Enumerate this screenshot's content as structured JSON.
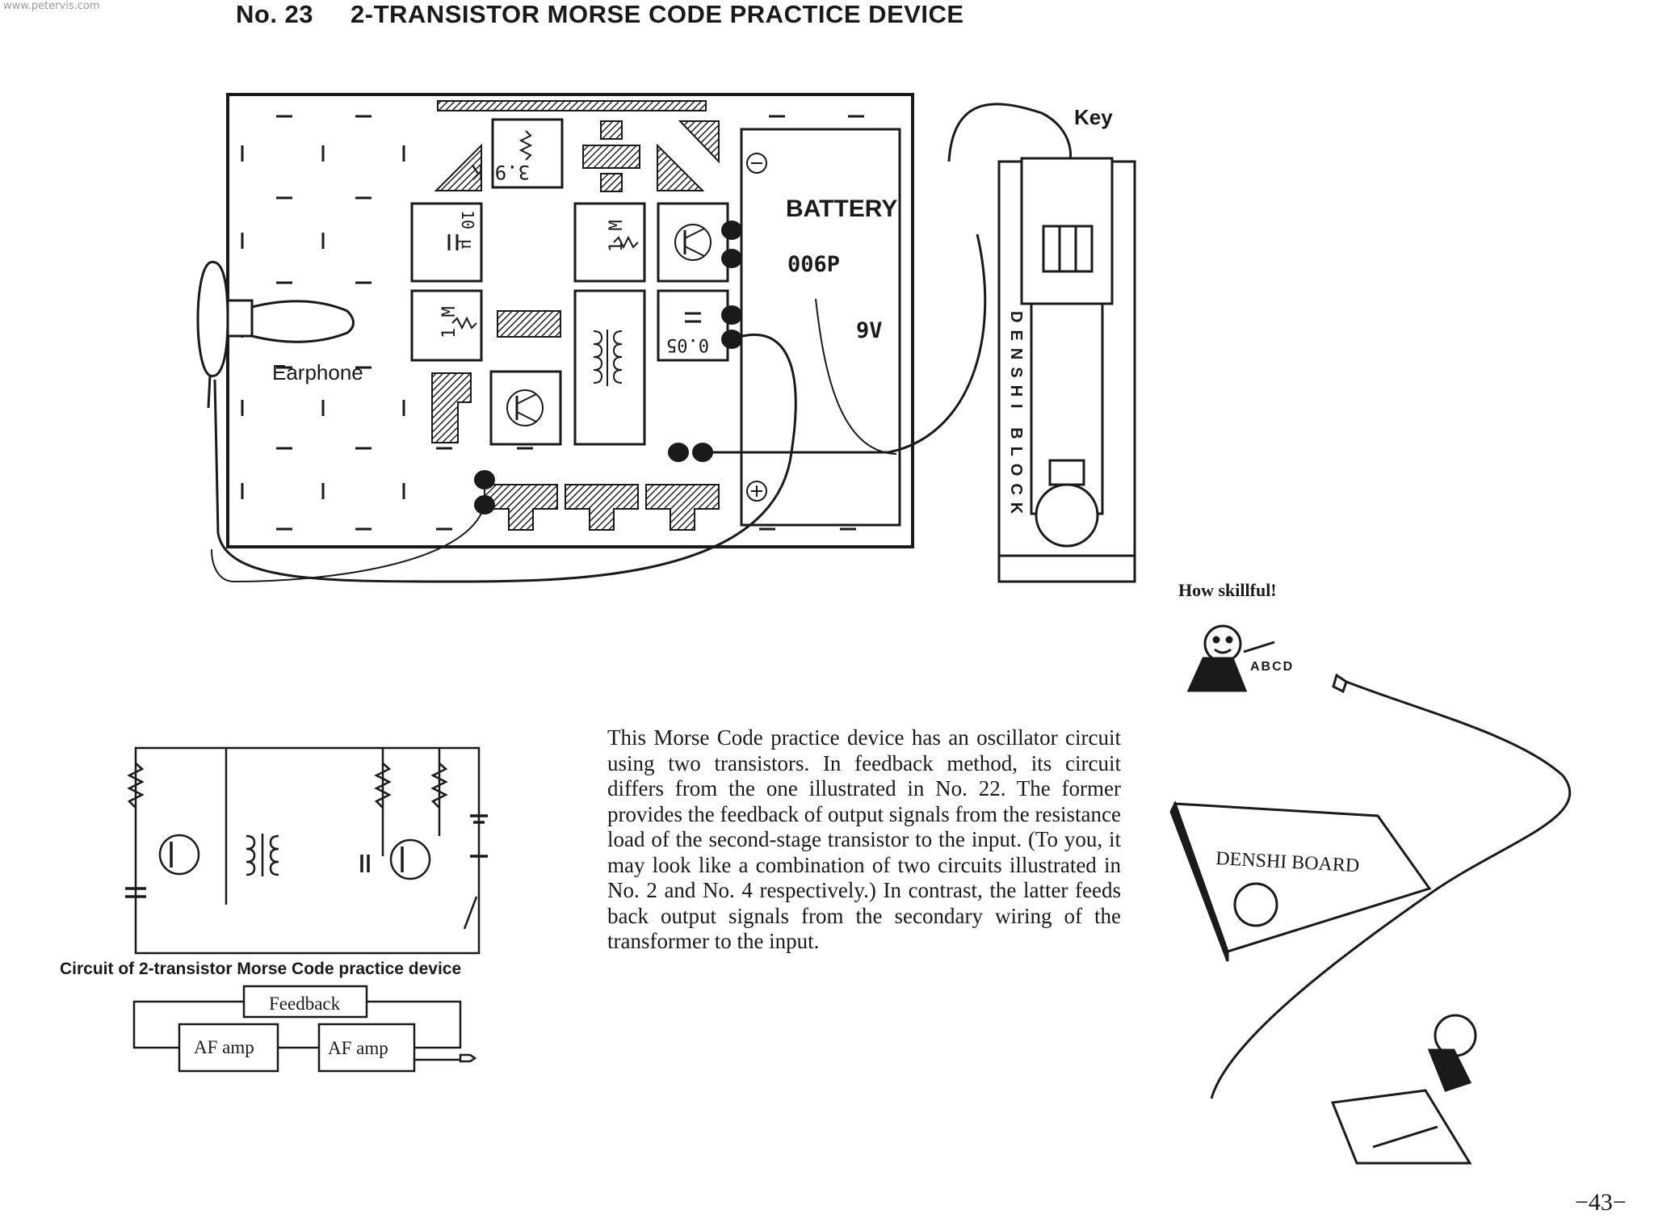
{
  "watermark": "www.petervis.com",
  "header": {
    "number": "No. 23",
    "title": "2-TRANSISTOR MORSE CODE PRACTICE DEVICE"
  },
  "wiring_diagram": {
    "labels": {
      "key": "Key",
      "earphone": "Earphone",
      "battery": "BATTERY",
      "battery_type": "006P",
      "battery_voltage": "9V",
      "minus": "−",
      "plus": "+",
      "resistor_39k": "3.9 K",
      "resistor_1m_a": "1 M",
      "resistor_1m_b": "1 M",
      "cap_10u": "10 μ",
      "cap_005": "0.05",
      "denshi_block": "DENSHI BLOCK"
    }
  },
  "cartoon": {
    "exclamation": "How skillful!",
    "speech": "ABCD",
    "board_label": "DENSHI BOARD"
  },
  "schematic": {
    "caption": "Circuit of 2-transistor Morse Code practice device",
    "block_feedback": "Feedback",
    "block_amp1": "AF amp",
    "block_amp2": "AF amp"
  },
  "description": "This Morse Code practice device has an oscillator circuit using two transistors. In feedback method, its circuit differs from the one illustrated in No. 22. The former provides the feedback of output signals from the resistance load of the second-stage transistor to the input. (To you, it may look like a combination of two circuits illustrated in No. 2 and No. 4 respectively.) In contrast, the latter feeds back output signals from the secondary wiring of the transformer to the input.",
  "page_number": "−43−"
}
